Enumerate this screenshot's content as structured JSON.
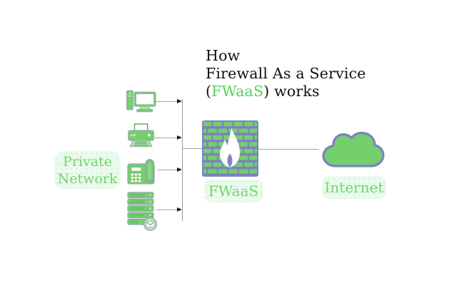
{
  "title": {
    "line1": "How",
    "line2": "Firewall As a Service",
    "line3_prefix": "(",
    "line3_highlight": "FWaaS",
    "line3_suffix": ") works"
  },
  "private_network": {
    "label": "Private Network"
  },
  "firewall": {
    "label": "FWaaS"
  },
  "internet": {
    "label": "Internet"
  },
  "devices": [
    {
      "name": "desktop-computer"
    },
    {
      "name": "printer"
    },
    {
      "name": "fax-phone"
    },
    {
      "name": "mail-server"
    }
  ],
  "colors": {
    "green": "#74cf6c",
    "green_light": "#aee3a1",
    "green_dark": "#55b259",
    "green_text": "#6fd66b",
    "title_highlight": "#53d453",
    "label_background": "#ecfaee",
    "purple_outline": "#7d82c1",
    "line_gray": "#a3a3a3",
    "arrow_black": "#1c1c1c"
  }
}
